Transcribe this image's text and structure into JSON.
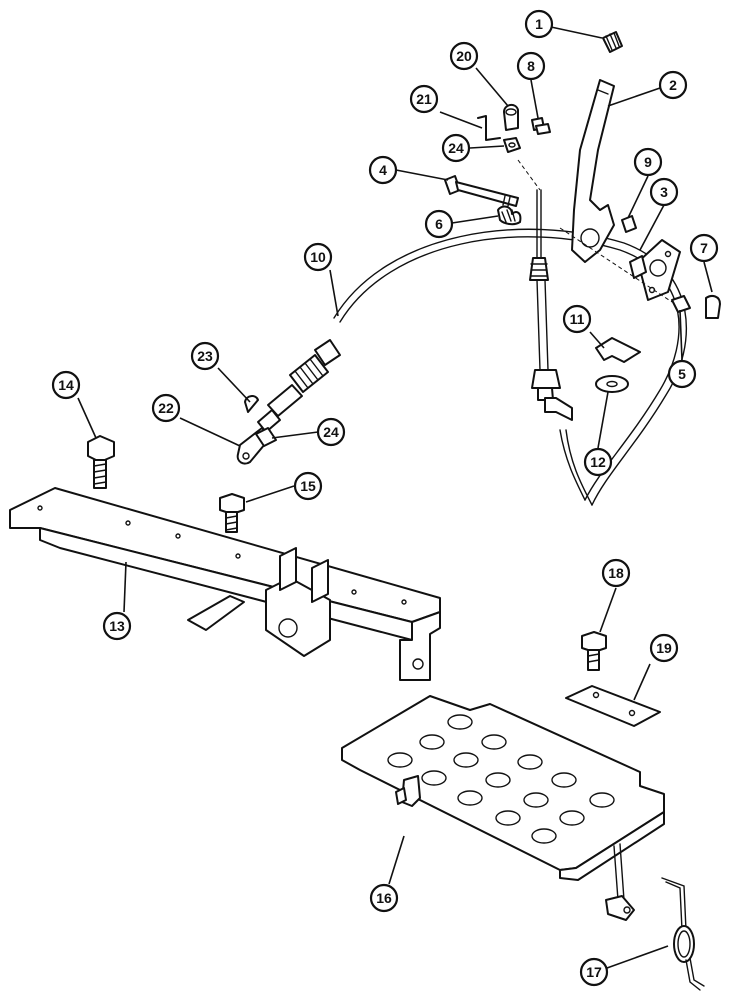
{
  "callouts": [
    {
      "id": "c1",
      "label": "1"
    },
    {
      "id": "c2",
      "label": "2"
    },
    {
      "id": "c3",
      "label": "3"
    },
    {
      "id": "c4",
      "label": "4"
    },
    {
      "id": "c5",
      "label": "5"
    },
    {
      "id": "c6",
      "label": "6"
    },
    {
      "id": "c7",
      "label": "7"
    },
    {
      "id": "c8",
      "label": "8"
    },
    {
      "id": "c9",
      "label": "9"
    },
    {
      "id": "c10",
      "label": "10"
    },
    {
      "id": "c11",
      "label": "11"
    },
    {
      "id": "c12",
      "label": "12"
    },
    {
      "id": "c13",
      "label": "13"
    },
    {
      "id": "c14",
      "label": "14"
    },
    {
      "id": "c15",
      "label": "15"
    },
    {
      "id": "c16",
      "label": "16"
    },
    {
      "id": "c17",
      "label": "17"
    },
    {
      "id": "c18",
      "label": "18"
    },
    {
      "id": "c19",
      "label": "19"
    },
    {
      "id": "c20",
      "label": "20"
    },
    {
      "id": "c21",
      "label": "21"
    },
    {
      "id": "c22",
      "label": "22"
    },
    {
      "id": "c23",
      "label": "23"
    },
    {
      "id": "c24a",
      "label": "24"
    },
    {
      "id": "c24b",
      "label": "24"
    }
  ],
  "colors": {
    "ink": "#111111",
    "paper": "#ffffff"
  }
}
